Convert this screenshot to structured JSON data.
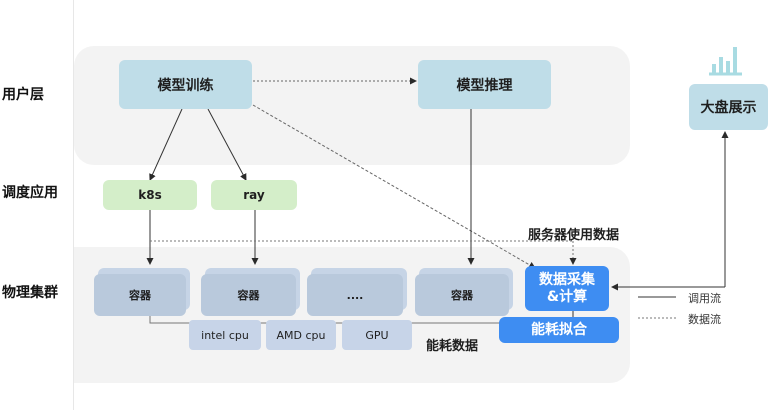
{
  "layers": {
    "user": "用户层",
    "schedule": "调度应用",
    "physical": "物理集群"
  },
  "nodes": {
    "model_train": "模型训练",
    "model_infer": "模型推理",
    "k8s": "k8s",
    "ray": "ray",
    "container": "容器",
    "ellipsis": "....",
    "intel_cpu": "intel cpu",
    "amd_cpu": "AMD cpu",
    "gpu": "GPU",
    "data_collect_line1": "数据采集",
    "data_collect_line2": "&计算",
    "power_fit": "能耗拟合",
    "dashboard": "大盘展示"
  },
  "labels": {
    "server_usage": "服务器使用数据",
    "power_data": "能耗数据"
  },
  "legend": {
    "call_flow": "调用流",
    "data_flow": "数据流"
  },
  "icons": {
    "dashboard_icon": "bar-chart-icon"
  },
  "colors": {
    "panel": "#f3f3f3",
    "user_node": "#bfdde8",
    "green_node": "#d4eec9",
    "container_node": "#b9c9dc",
    "hardware_node": "#c7d4e8",
    "blue_node": "#3e8df2",
    "icon": "#a8dbe2"
  }
}
